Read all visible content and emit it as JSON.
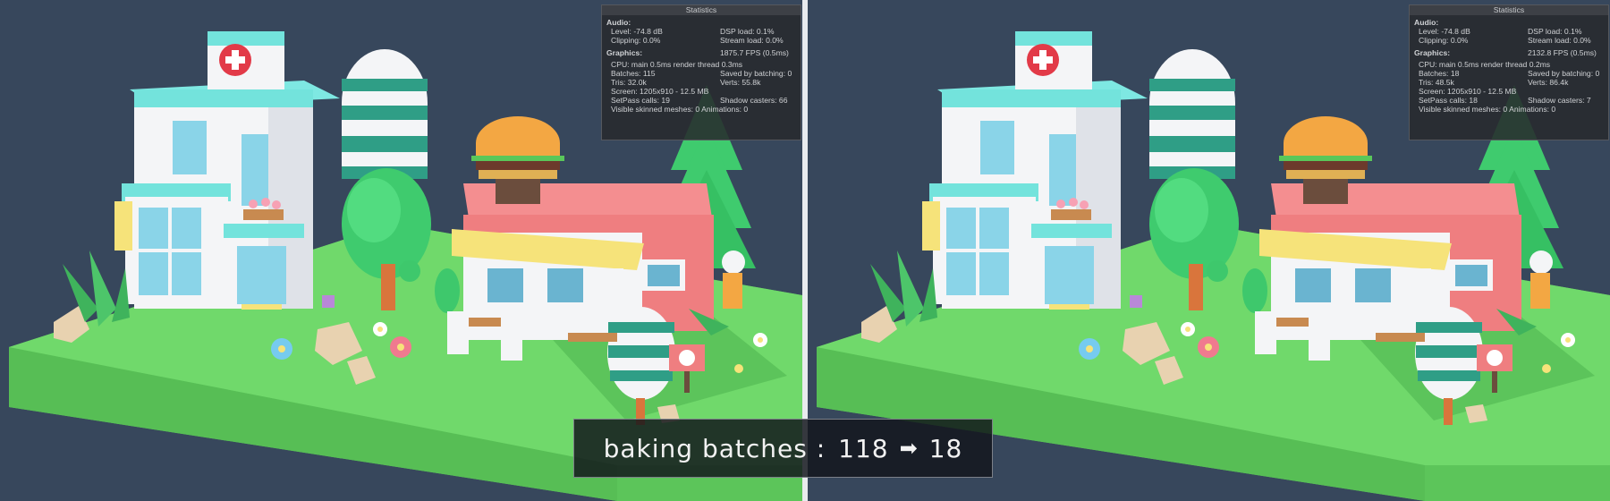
{
  "caption": {
    "prefix": "baking batches :",
    "before": "118",
    "arrow": "➡",
    "after": "18"
  },
  "panels": [
    {
      "title": "Statistics",
      "audio_header": "Audio:",
      "level": "Level: -74.8 dB",
      "dsp": "DSP load: 0.1%",
      "clipping": "Clipping: 0.0%",
      "stream": "Stream load: 0.0%",
      "graphics_header": "Graphics:",
      "fps": "1875.7 FPS (0.5ms)",
      "cpu": "CPU: main 0.5ms  render thread 0.3ms",
      "batches": "Batches: 115",
      "saved": "Saved by batching: 0",
      "tris": "Tris: 32.0k",
      "verts": "Verts: 55.8k",
      "screen": "Screen: 1205x910 - 12.5 MB",
      "setpass": "SetPass calls: 19",
      "shadow": "Shadow casters: 66",
      "skinned": "Visible skinned meshes: 0  Animations: 0"
    },
    {
      "title": "Statistics",
      "audio_header": "Audio:",
      "level": "Level: -74.8 dB",
      "dsp": "DSP load: 0.1%",
      "clipping": "Clipping: 0.0%",
      "stream": "Stream load: 0.0%",
      "graphics_header": "Graphics:",
      "fps": "2132.8 FPS (0.5ms)",
      "cpu": "CPU: main 0.5ms  render thread 0.2ms",
      "batches": "Batches: 18",
      "saved": "Saved by batching: 0",
      "tris": "Tris: 48.5k",
      "verts": "Verts: 86.4k",
      "screen": "Screen: 1205x910 - 12.5 MB",
      "setpass": "SetPass calls: 18",
      "shadow": "Shadow casters: 7",
      "skinned": "Visible skinned meshes: 0  Animations: 0"
    }
  ],
  "colors": {
    "ground": "#6fd86a",
    "hospital": "#f4f5f7",
    "roof": "#6fe5de",
    "shop": "#ef7e80",
    "awning": "#f6e37a",
    "tree": "#3fcb6e",
    "background": "#37475c"
  }
}
